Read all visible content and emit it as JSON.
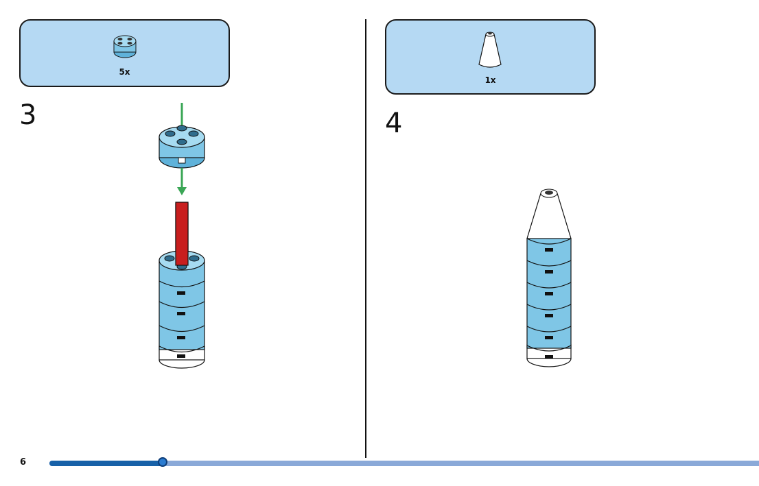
{
  "page": {
    "number": "6",
    "progress_fraction": 0.16
  },
  "colors": {
    "callout_bg": "#b5d9f3",
    "brick_blue": "#7fc6e6",
    "brick_blue_dark": "#4aa3cf",
    "axle_red": "#c81e1e",
    "arrow_green": "#3aa655",
    "cone_white": "#ffffff",
    "progress_dark": "#1761a8",
    "progress_light": "#8aa9d8"
  },
  "steps": [
    {
      "number": "3",
      "part_icon": "round-brick-2x2-blue",
      "quantity": "5x"
    },
    {
      "number": "4",
      "part_icon": "cone-white",
      "quantity": "1x"
    }
  ]
}
